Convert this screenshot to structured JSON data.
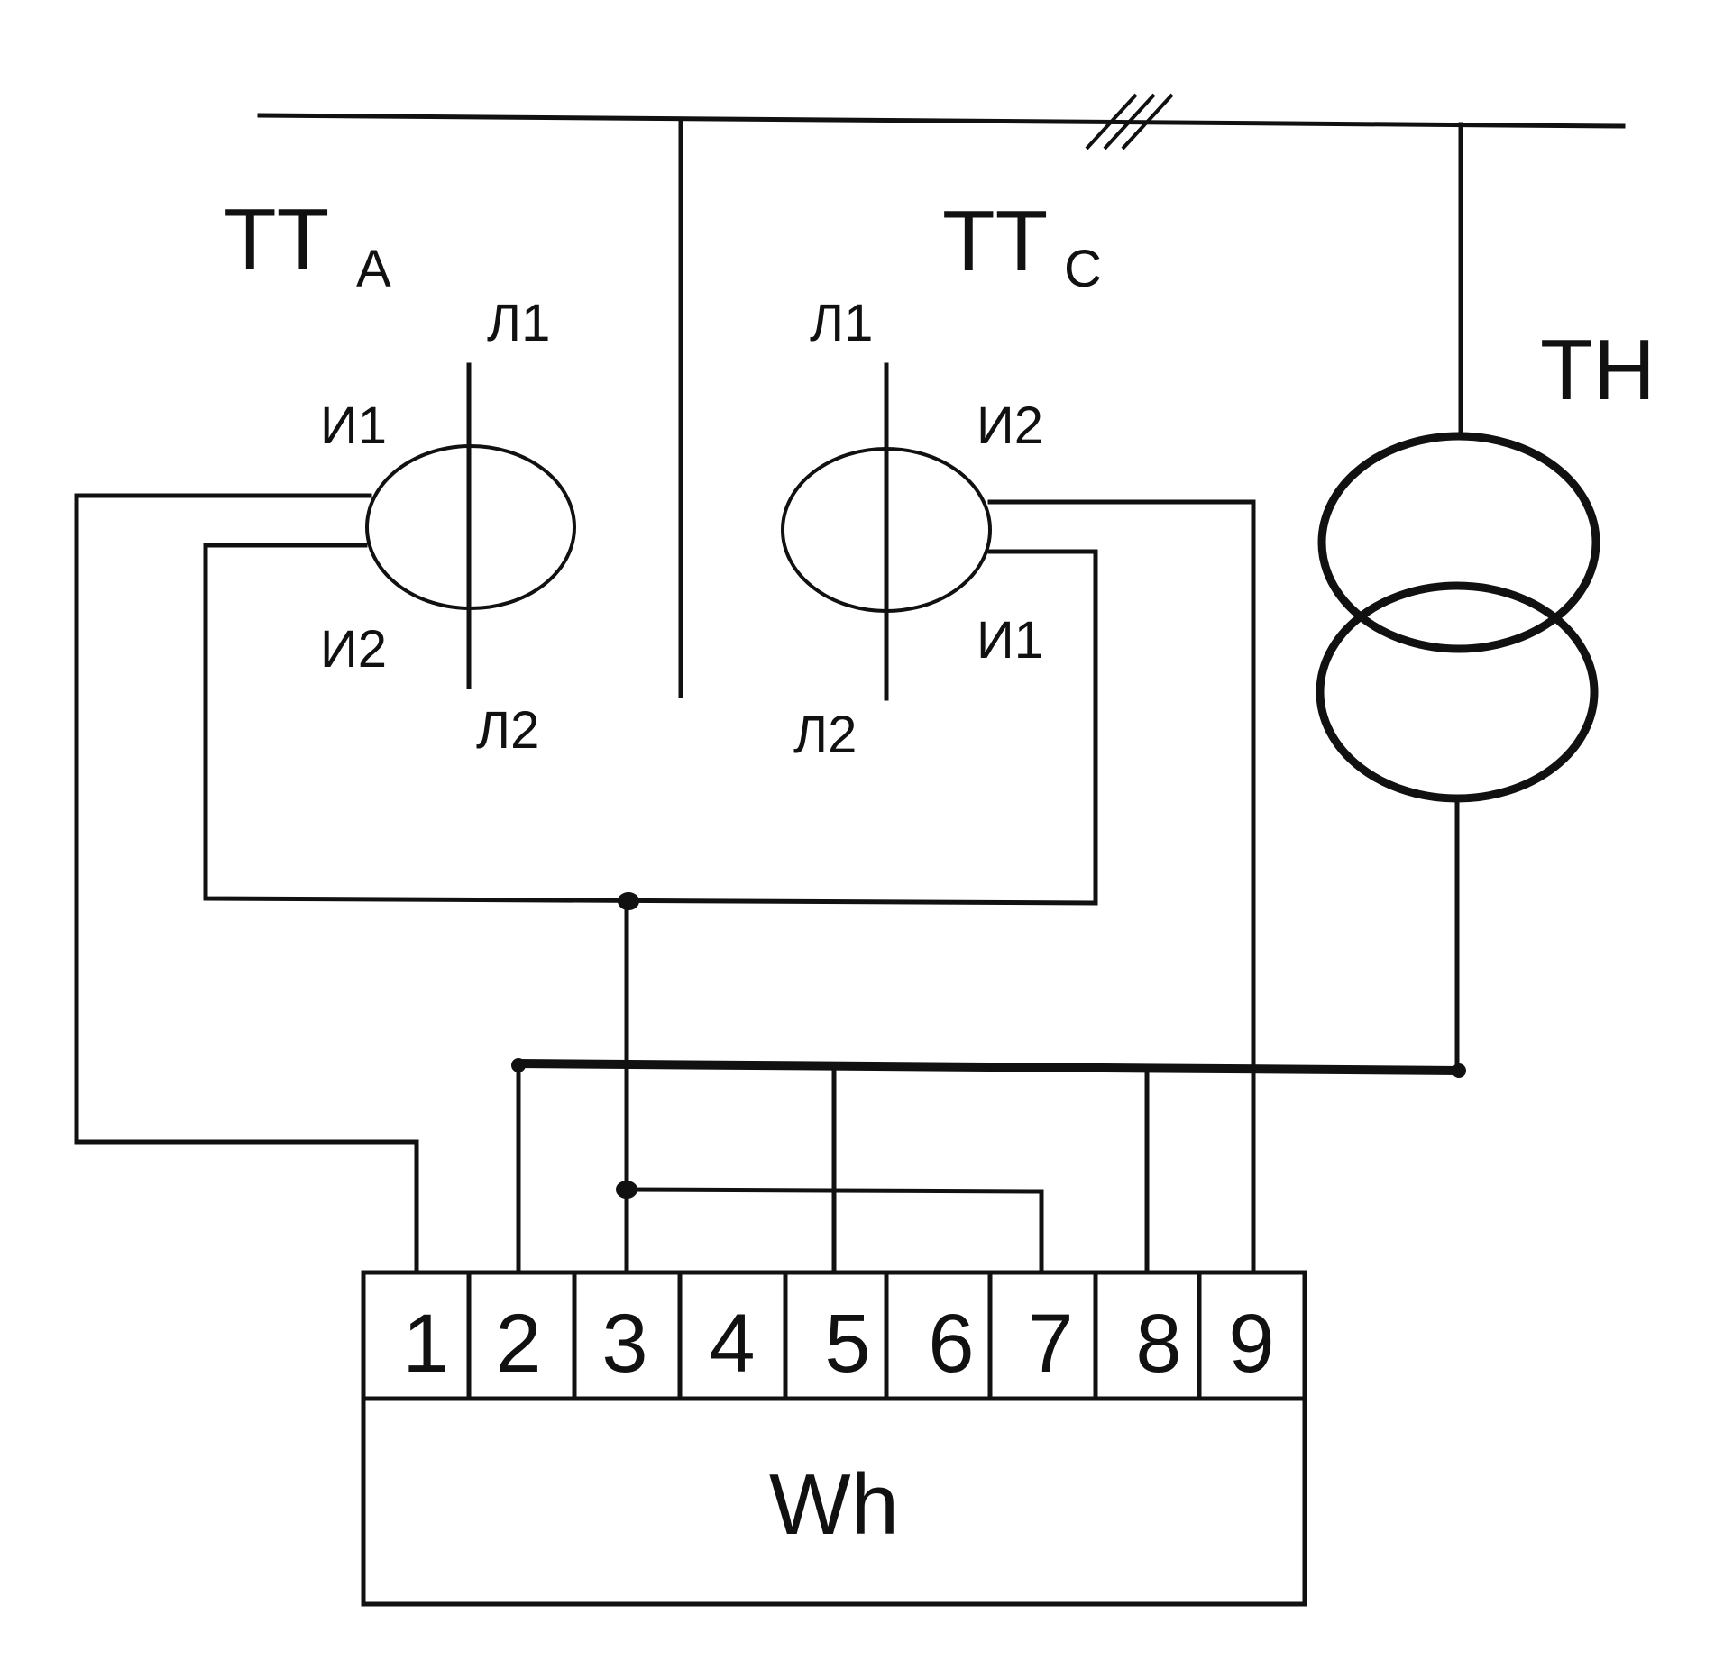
{
  "labels": {
    "tt_a": {
      "main": "ТТ",
      "sub": "А"
    },
    "tt_c": {
      "main": "ТТ",
      "sub": "С"
    },
    "tn": "ТН",
    "meter": "Wh"
  },
  "ct_a_terminals": {
    "l1": "Л1",
    "l2": "Л2",
    "i1": "И1",
    "i2": "И2"
  },
  "ct_c_terminals": {
    "l1": "Л1",
    "l2": "Л2",
    "i1": "И1",
    "i2": "И2"
  },
  "meter_terminals": [
    "1",
    "2",
    "3",
    "4",
    "5",
    "6",
    "7",
    "8",
    "9"
  ]
}
